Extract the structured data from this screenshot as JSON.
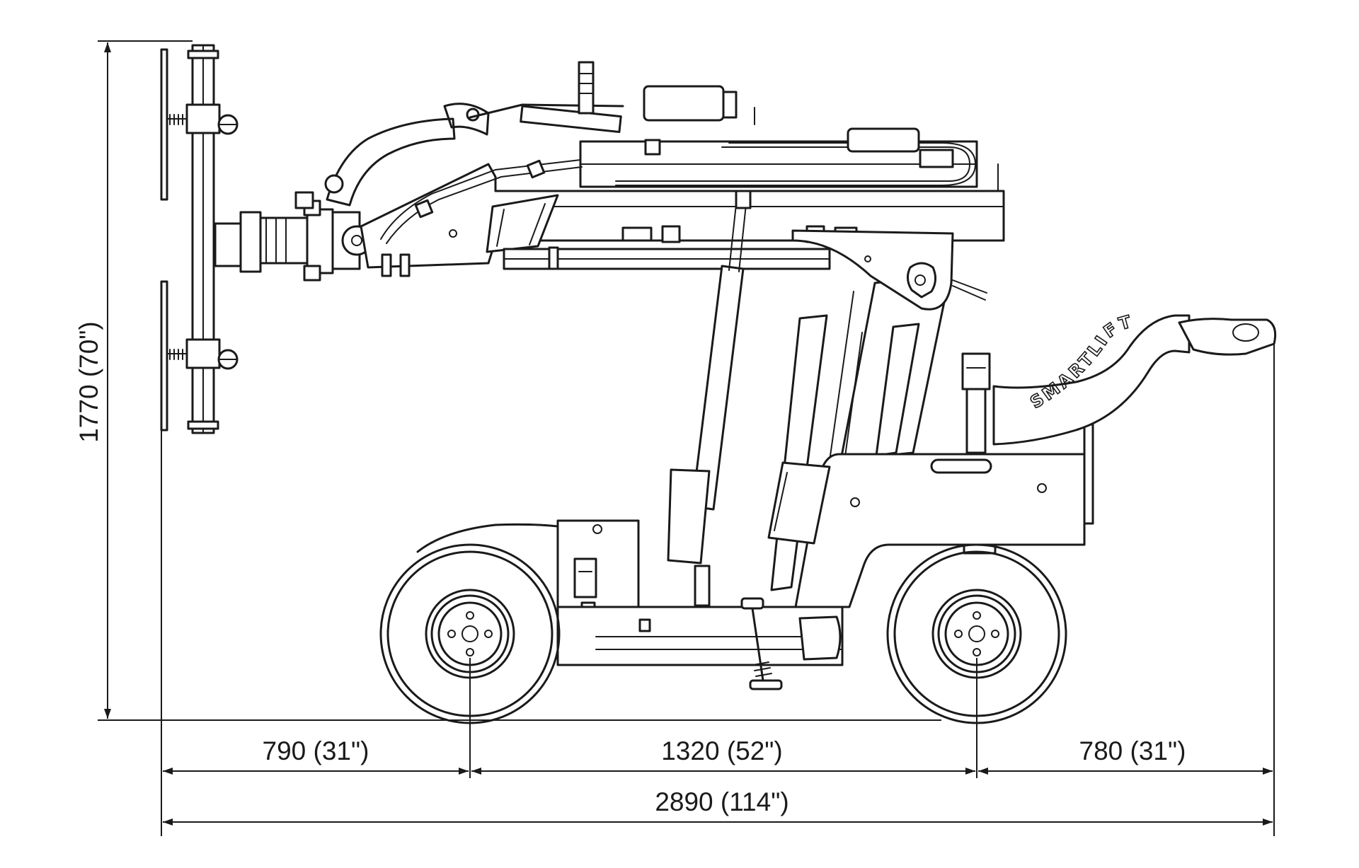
{
  "title": "Smartlift vacuum glass lifter - side view dimensional drawing",
  "dimensions": {
    "height": "1770 (70\")",
    "front_overhang": "790 (31\")",
    "wheelbase": "1320 (52\")",
    "rear_overhang": "780 (31\")",
    "overall_length": "2890 (114\")"
  },
  "brand": "SMARTLIFT",
  "colors": {
    "line": "#1a1a1a",
    "background": "#ffffff"
  }
}
